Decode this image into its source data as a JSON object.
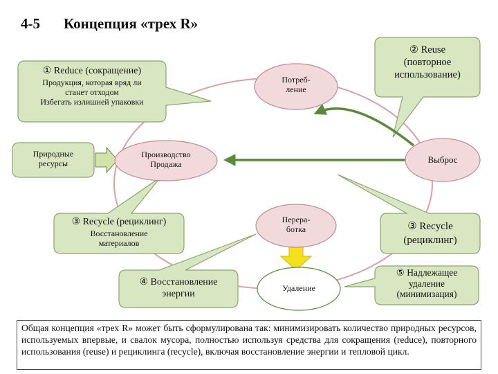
{
  "title": {
    "number": "4-5",
    "text": "Концепция «трех R»"
  },
  "callouts": {
    "reduce": {
      "heading": "① Reduce (сокращение)",
      "lines": [
        "Продукция, которая вряд ли",
        "станет отходом",
        "Избегать излишней упаковки"
      ]
    },
    "reuse": {
      "lines": [
        "② Reuse",
        "(повторное",
        "использование)"
      ]
    },
    "recycle_left": {
      "heading": "③  Recycle (рециклинг)",
      "lines": [
        "Восстановление",
        "материалов"
      ]
    },
    "energy": {
      "lines": [
        "④  Восстановление",
        "энергии"
      ]
    },
    "recycle_right": {
      "lines": [
        "③ Recycle",
        "(рециклинг)"
      ]
    },
    "disposal": {
      "lines": [
        "⑤  Надлежащее",
        "удаление",
        "(минимизация)"
      ]
    }
  },
  "nodes": {
    "resources": [
      "Природные",
      "ресурсы"
    ],
    "production": [
      "Производство",
      "Продажа"
    ],
    "consumption": [
      "Потреб-",
      "ление"
    ],
    "waste": [
      "Выброс"
    ],
    "processing": [
      "Перера-",
      "ботка"
    ],
    "removal": [
      "Удаление"
    ]
  },
  "summary": "Общая концепция «трех R» может быть сформулирована так: минимизировать количество природных ресурсов, используемых впервые, и свалок мусора, полностью используя средства для сокращения (reduce), повторного использования (reuse) и рециклинга (recycle), включая восстановление энергии и тепловой цикл.",
  "colors": {
    "callout_fill": "#d9e6c2",
    "callout_border": "#8aa66a",
    "node_fill": "#f2d9db",
    "node_border": "#c08a93",
    "cycle_line": "#d9a0a8",
    "flow_arrow": "#5a8a3c",
    "resource_arrow": "#d4e4a8",
    "down_arrow": "#f5e11b"
  }
}
